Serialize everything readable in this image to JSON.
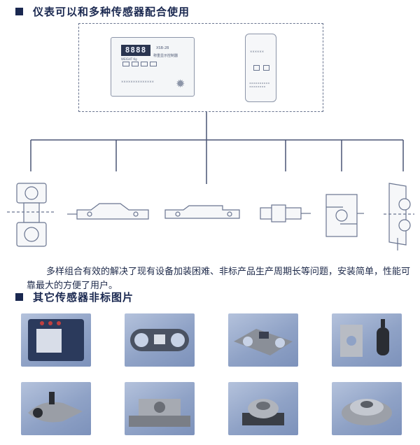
{
  "section1": {
    "title": "仪表可以和多种传感器配合使用"
  },
  "indicator": {
    "display": "8888",
    "model": "XSB-2B",
    "name": "称重显示控制器",
    "led": "WEIGHT  Kg",
    "maker": "××××××××××××××"
  },
  "terminal": {
    "label": "××××××",
    "footer": "××××××××××  ××××××××"
  },
  "description": "多样组合有效的解决了现有设备加装困难、非标产品生产周期长等问题，安装简单，性能可靠最大的方便了用户。",
  "section2": {
    "title": "其它传感器非标图片"
  },
  "colors": {
    "heading": "#1a2850",
    "line": "#6a7590",
    "photo_bg": "#8fa2c6"
  },
  "photos": [
    {
      "icon": "instrument-box-photo"
    },
    {
      "icon": "ring-link-sensor-photo"
    },
    {
      "icon": "chain-link-sensor-photo"
    },
    {
      "icon": "s-type-sensor-photo"
    },
    {
      "icon": "hook-sensor-photo"
    },
    {
      "icon": "platform-mount-sensor-photo"
    },
    {
      "icon": "column-sensor-photo"
    },
    {
      "icon": "spoke-sensor-photo"
    }
  ]
}
